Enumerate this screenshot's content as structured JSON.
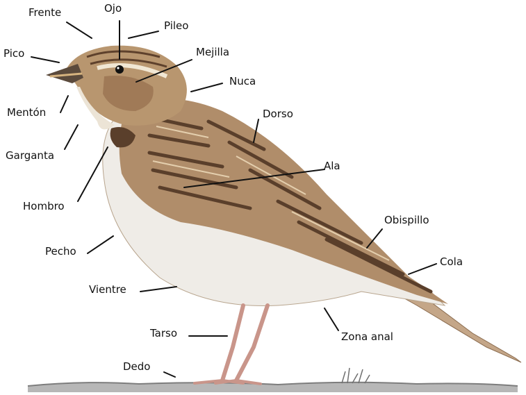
{
  "labels": {
    "frente": "Frente",
    "ojo": "Ojo",
    "pileo": "Pileo",
    "pico": "Pico",
    "mejilla": "Mejilla",
    "nuca": "Nuca",
    "menton": "Mentón",
    "dorso": "Dorso",
    "garganta": "Garganta",
    "ala": "Ala",
    "hombro": "Hombro",
    "obispillo": "Obispillo",
    "cola": "Cola",
    "pecho": "Pecho",
    "vientre": "Vientre",
    "tarso": "Tarso",
    "zona_anal": "Zona anal",
    "dedo": "Dedo"
  },
  "colors": {
    "line": "#111111",
    "plumage_dark": "#6b4f3a",
    "plumage_mid": "#a98768",
    "plumage_light": "#d9c3a5",
    "underparts": "#eeebe6",
    "leg": "#c9958a",
    "ground": "#8c8c8c"
  }
}
